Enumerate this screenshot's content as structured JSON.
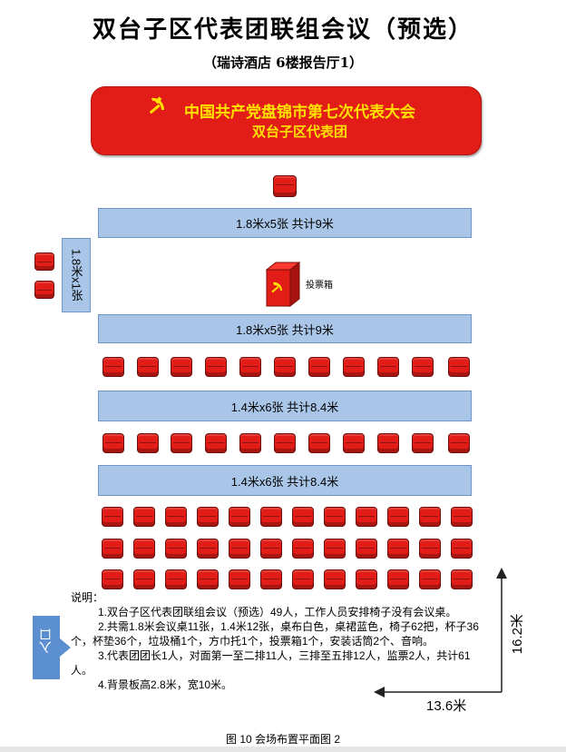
{
  "title": "双台子区代表团联组会议（预选）",
  "subtitle": "（瑞诗酒店 6楼报告厅1）",
  "backdrop": {
    "line1": "中国共产党盘锦市第七次代表大会",
    "line2": "双台子区代表团"
  },
  "tables": {
    "row1": "1.8米x5张  共计9米",
    "side": "1.8米x1张",
    "row2": "1.8米x5张  共计9米",
    "row3": "1.4米x6张  共计8.4米",
    "row4": "1.4米x6张 共计8.4米"
  },
  "ballot_box_label": "投票箱",
  "notes": {
    "heading": "说明：",
    "item1": "1.双台子区代表团联组会议（预选）49人，工作人员安排椅子没有会议桌。",
    "item2a": "2.共需1.8米会议桌11张，1.4米12张，桌布白色，桌裙蓝色，椅子62把，杯子36",
    "item2b": "个，杯垫36个，垃圾桶1个，方巾托1个，投票箱1个，安装话筒2个、音响。",
    "item3a": "3.代表团团长1人，对面第一至二排11人，三排至五排12人，监票2人，共计61",
    "item3b": "人。",
    "item4": "4.背景板高2.8米，宽10米。"
  },
  "entrance_label": "入口",
  "dimensions": {
    "height": "16.2米",
    "width": "13.6米"
  },
  "caption": "图 10   会场布置平面图 2",
  "colors": {
    "chair": "#e21d17",
    "table": "#a9c6e8",
    "backdrop_text": "#ffe100",
    "entrance": "#5b8fcf"
  }
}
